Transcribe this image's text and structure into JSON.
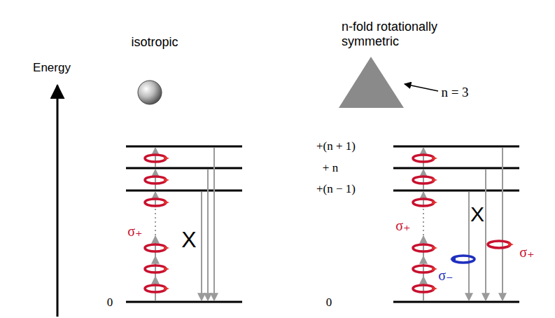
{
  "diagram": {
    "labels": [
      "isotropic",
      "n-fold rotationally symmetric",
      "n = 3",
      "Energy",
      "0",
      "σ₊",
      "X",
      "+(n + 1)",
      "+ n",
      "+(n − 1)",
      "σ₊",
      "X",
      "σ₋",
      "σ₊",
      "0"
    ]
  }
}
